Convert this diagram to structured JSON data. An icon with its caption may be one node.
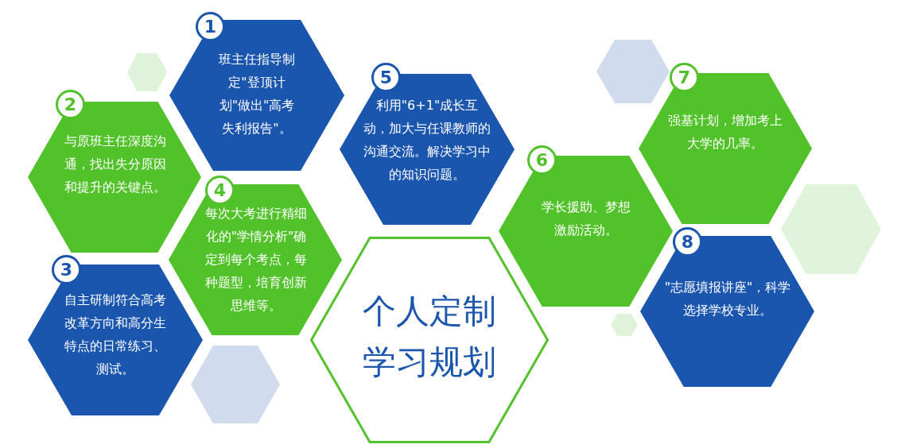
{
  "diagram": {
    "nodes": [
      {
        "text": [
          "1",
          "班主任指导制定\"登顶计划\"做出\"高考失利报告\"。"
        ]
      },
      {
        "text": [
          "2",
          "与原班主任深度沟通，找出失分原因和提升的关键点。"
        ]
      },
      {
        "text": [
          "3",
          "自主研制符合高考改革方向和高分生特点的日常练习、测试。"
        ]
      },
      {
        "text": [
          "4",
          "每次大考进行精细化的\"学情分析\"确定到每个考点，每种题型，培育创新思维等。"
        ]
      },
      {
        "text": [
          "5",
          "利用\"6+1\"成长互动，加大与任课教师的沟通交流。解决学习中的知识问题。"
        ]
      },
      {
        "text": [
          "6",
          "学长援助、梦想激励活动。"
        ]
      },
      {
        "text": [
          "7",
          "强基计划，增加考上大学的几率。"
        ]
      },
      {
        "text": [
          "8",
          "\"志愿填报讲座\"，科学选择学校专业。"
        ]
      },
      {
        "text": [
          "个人定制学习规划"
        ]
      },
      {
        "text": [],
        "shape": "hexagon"
      },
      {
        "text": [],
        "shape": "hexagon"
      },
      {
        "text": [],
        "shape": "hexagon"
      },
      {
        "text": [],
        "shape": "hexagon"
      },
      {
        "text": [],
        "shape": "hexagon"
      }
    ]
  }
}
